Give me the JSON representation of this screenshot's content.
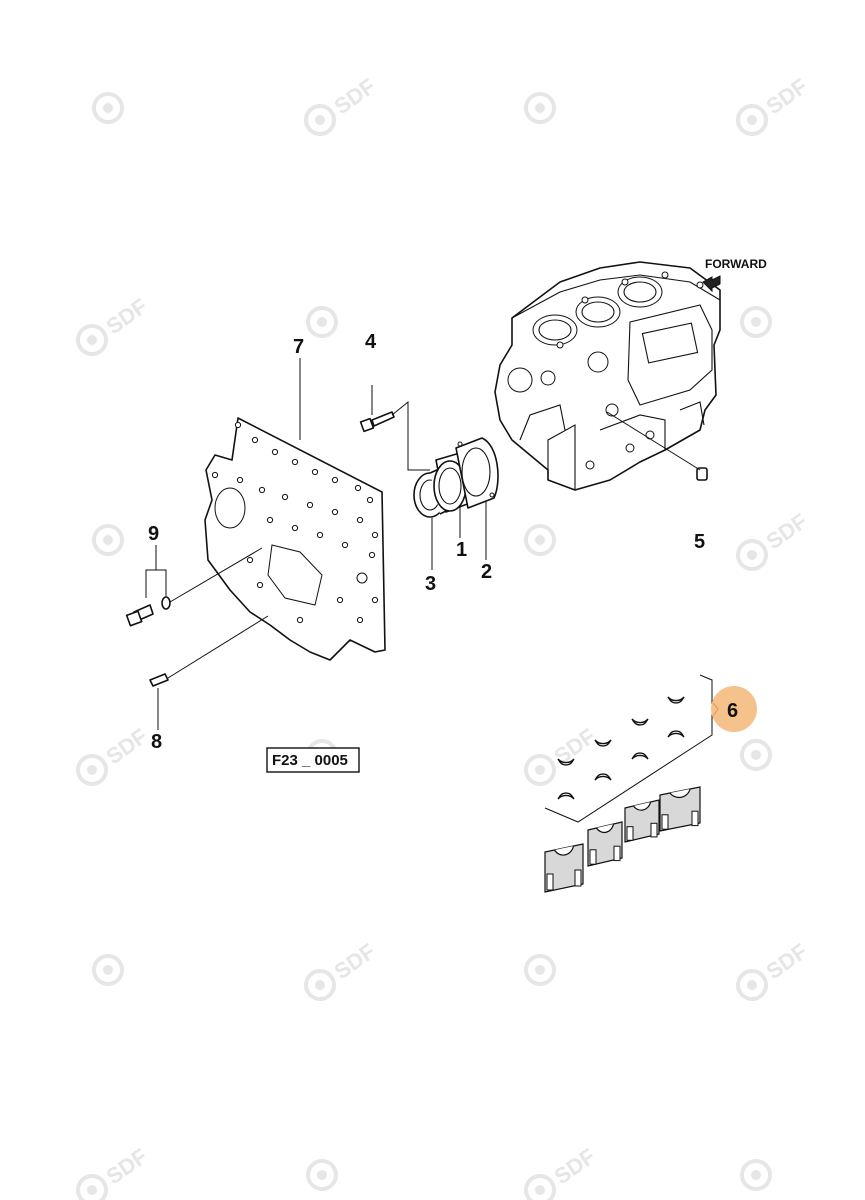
{
  "watermark": {
    "text": "SDF",
    "icon": "sdf-logo-icon"
  },
  "direction": {
    "label": "FORWARD",
    "icon": "forward-arrow-icon"
  },
  "figure_reference": "F23 _ 0005",
  "callouts": [
    "1",
    "2",
    "3",
    "4",
    "5",
    "6",
    "7",
    "8",
    "9"
  ],
  "highlight": {
    "callout": "6",
    "color": "#f6c28b"
  },
  "colors": {
    "line": "#111111",
    "watermark": "#e6e6e6",
    "highlight": "#f6c28b"
  }
}
